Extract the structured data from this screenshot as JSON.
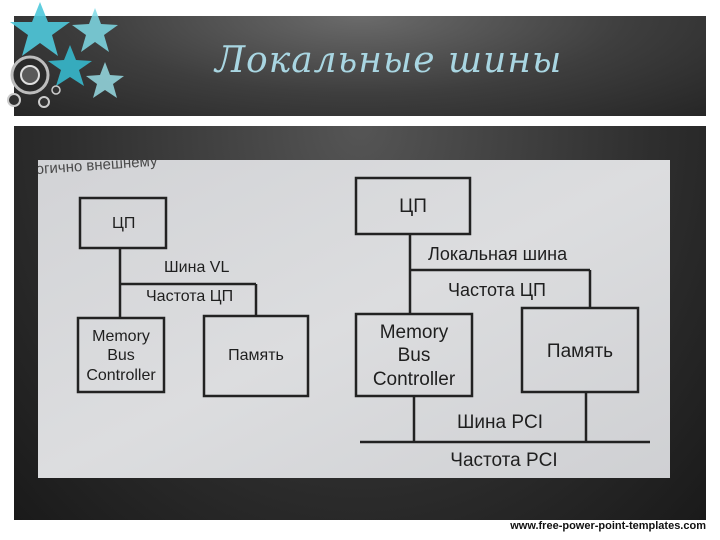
{
  "slide": {
    "title": "Локальные шины",
    "footer_url": "www.free-power-point-templates.com",
    "page_fragment": "огично внешнему"
  },
  "diagram_left": {
    "cpu": "ЦП",
    "bus_name": "Шина VL",
    "bus_freq": "Частота ЦП",
    "controller": [
      "Memory",
      "Bus",
      "Controller"
    ],
    "memory": "Память"
  },
  "diagram_right": {
    "cpu": "ЦП",
    "local_bus": "Локальная шина",
    "cpu_freq": "Частота ЦП",
    "controller": [
      "Memory",
      "Bus",
      "Controller"
    ],
    "memory": "Память",
    "pci_bus": "Шина PCI",
    "pci_freq": "Частота PCI"
  },
  "colors": {
    "title": "#a9d6e2",
    "paper": "#d9dadc",
    "ink": "#1f1f1f",
    "accent": "#5fd0e0"
  }
}
